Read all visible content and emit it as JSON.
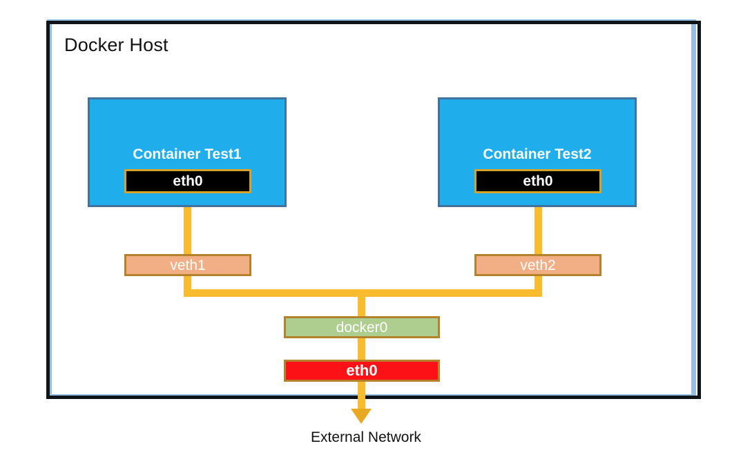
{
  "diagram": {
    "title": "Docker Host",
    "external_label": "External Network",
    "colors": {
      "outer_frame_blue": "#95BFE3",
      "inner_frame_black": "#0E1418",
      "container_blue": "#1FADEC",
      "container_border": "#41719C",
      "eth_inner_black": "#000000",
      "gold_border": "#B4822A",
      "wire_gold": "#F8BC2E",
      "arrow_gold": "#E8A922",
      "veth_salmon": "#F2AE85",
      "docker0_green": "#AECE8F",
      "eth_host_red": "#FB1116",
      "text_white": "#FFFFFF",
      "text_black": "#111111"
    },
    "containers": [
      {
        "name": "container-test1",
        "label": "Container Test1",
        "interface_label": "eth0"
      },
      {
        "name": "container-test2",
        "label": "Container Test2",
        "interface_label": "eth0"
      }
    ],
    "veth_pairs": [
      {
        "name": "veth1",
        "label": "veth1"
      },
      {
        "name": "veth2",
        "label": "veth2"
      }
    ],
    "bridge": {
      "name": "docker0",
      "label": "docker0"
    },
    "host_interface": {
      "name": "eth0",
      "label": "eth0"
    }
  }
}
